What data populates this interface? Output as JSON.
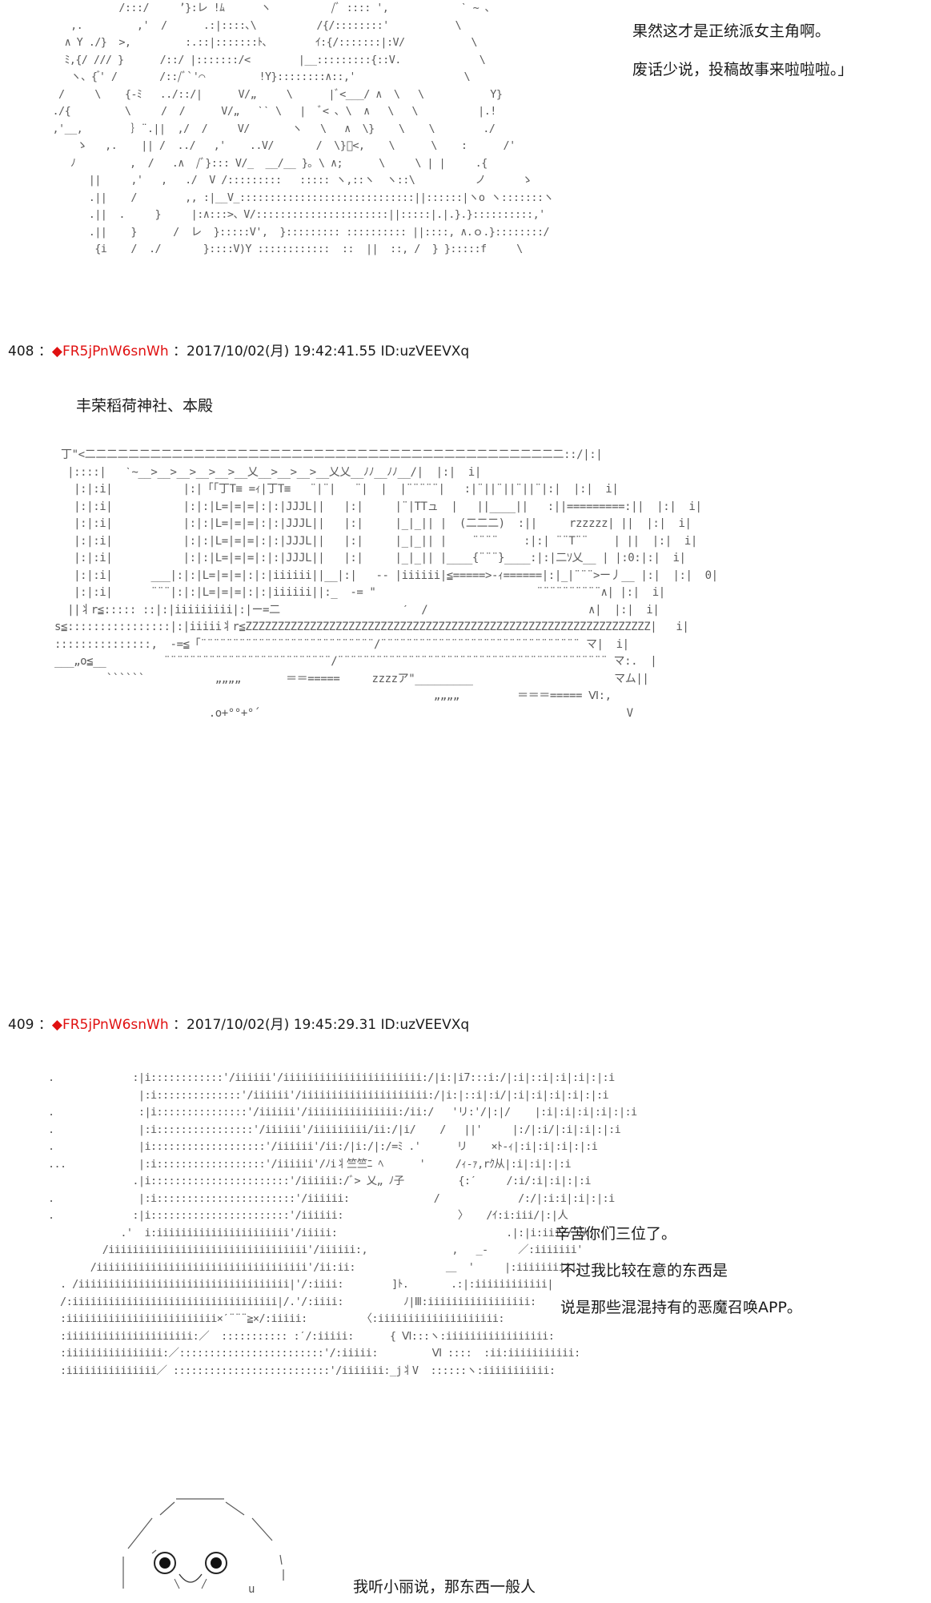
{
  "top_block": {
    "speech": [
      "果然这才是正统派女主角啊。",
      "废话少说，投稿故事来啦啦啦。」"
    ]
  },
  "posts": [
    {
      "number": "408",
      "separator": "：",
      "trip_mark": "◆",
      "trip": "FR5jPnW6snWh",
      "colon": "：",
      "datetime": "2017/10/02(月) 19:42:41.55",
      "id": "ID:uzVEEVXq",
      "caption": "丰荣稻荷神社、本殿"
    },
    {
      "number": "409",
      "separator": "：",
      "trip_mark": "◆",
      "trip": "FR5jPnW6snWh",
      "colon": "：",
      "datetime": "2017/10/02(月) 19:45:29.31",
      "id": "ID:uzVEEVXq",
      "speech": [
        "辛苦你们三位了。",
        "不过我比较在意的东西是",
        "说是那些混混持有的恶魔召唤APP。"
      ]
    }
  ],
  "bottom_block": {
    "speech": [
      "我听小丽说，那东西一般人"
    ]
  },
  "colors": {
    "text": "#1a1a1a",
    "art": "#5a5a5a",
    "trip": "#e01010",
    "background": "#ffffff"
  }
}
